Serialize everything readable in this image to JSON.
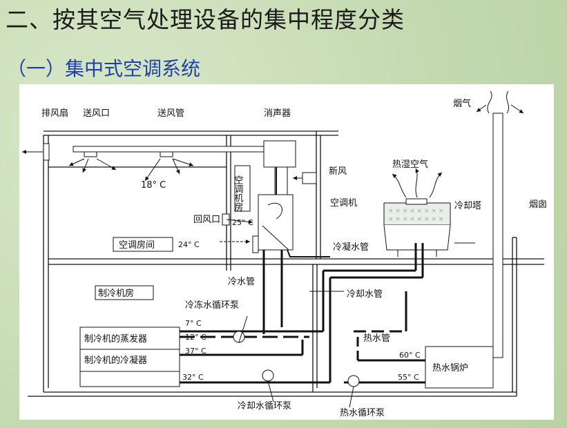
{
  "header": {
    "title": "二、按其空气处理设备的集中程度分类",
    "subtitle": "（一）集中式空调系统"
  },
  "diagram": {
    "labels": {
      "exhaust_fan": "排风扇",
      "supply_outlet": "送风口",
      "supply_duct": "送风管",
      "muffler": "消声器",
      "flue_gas": "烟气",
      "fresh_air": "新风",
      "hot_humid_air": "热湿空气",
      "ac_room_vertical": "空调机房",
      "ac_unit": "空调机",
      "cooling_tower": "冷却塔",
      "chimney": "烟囱",
      "return_outlet": "回风口",
      "temp_18": "18° C",
      "temp_25": "25° C",
      "ac_room": "空调房间",
      "temp_24": "24° C",
      "condensate_pipe": "冷凝水管",
      "cold_water_pipe": "冷水管",
      "chiller_room": "制冷机房",
      "chilled_pump": "冷冻水循环泵",
      "cooling_water_pipe": "冷却水管",
      "temp_7": "7° C",
      "temp_12": "12° C",
      "evaporator": "制冷机的蒸发器",
      "hot_water_pipe": "热水管",
      "temp_37": "37° C",
      "condenser": "制冷机的冷凝器",
      "temp_60": "60° C",
      "boiler": "热水锅炉",
      "temp_32": "32° C",
      "temp_55": "55° C",
      "cooling_pump": "冷却水循环泵",
      "hot_pump": "热水循环泵"
    }
  }
}
